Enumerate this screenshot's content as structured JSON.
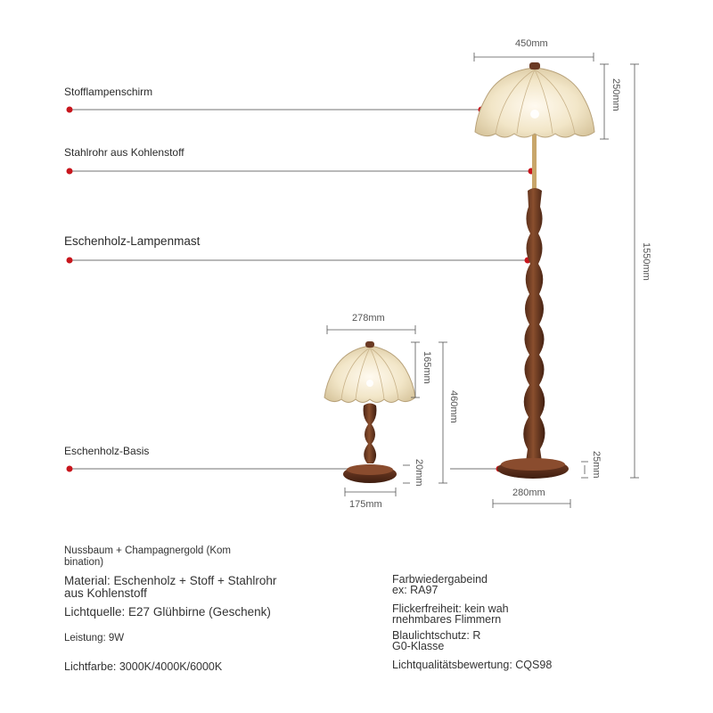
{
  "callouts": [
    {
      "label": "Stofflampenschirm"
    },
    {
      "label": "Stahlrohr aus Kohlenstoff"
    },
    {
      "label": "Eschenholz-Lampenmast"
    },
    {
      "label": "Eschenholz-Basis"
    }
  ],
  "dimensions": {
    "floor_shade_width": "450mm",
    "floor_shade_height": "250mm",
    "floor_total_height": "1550mm",
    "floor_base_width": "280mm",
    "floor_base_height": "25mm",
    "table_shade_width": "278mm",
    "table_shade_height": "165mm",
    "table_total_height": "460mm",
    "table_base_width": "175mm",
    "table_base_height": "20mm"
  },
  "specs_left": [
    {
      "line1": "Nussbaum + Champagnergold (Kom",
      "line2": "bination)"
    },
    {
      "line1": "Material: Eschenholz + Stoff + Stahlrohr",
      "line2": "aus Kohlenstoff"
    },
    {
      "line1": "Lichtquelle: E27 Glühbirne (Geschenk)"
    },
    {
      "line1": "Leistung: 9W"
    },
    {
      "line1": "Lichtfarbe: 3000K/4000K/6000K"
    }
  ],
  "specs_right": [
    {
      "line1": "Farbwiedergabeind",
      "line2": "ex: RA97"
    },
    {
      "line1": "Flickerfreiheit: kein wah",
      "line2": "rnehmbares Flimmern"
    },
    {
      "line1": "Blaulichtschutz: R",
      "line2": "G0-Klasse"
    },
    {
      "line1": "Lichtqualitätsbewertung: CQS98"
    }
  ],
  "colors": {
    "callout_dot": "#c8161d",
    "wood": "#6b3a24",
    "shade": "#efe3c2",
    "gold": "#c8a66a"
  }
}
